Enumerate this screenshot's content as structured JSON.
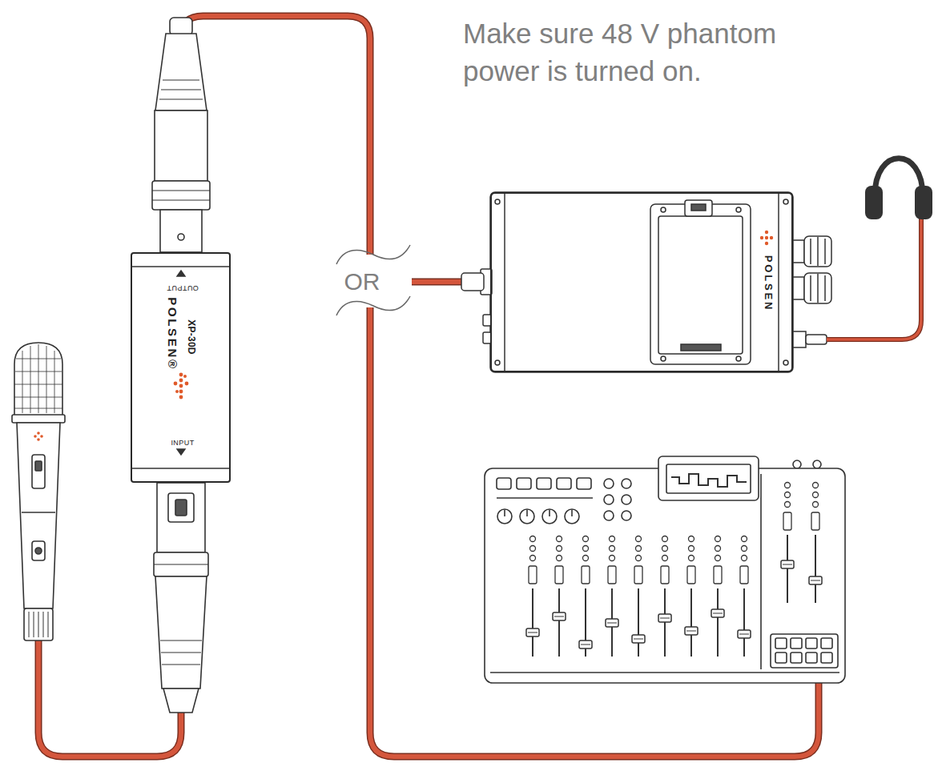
{
  "diagram": {
    "nodes": [
      {
        "text": [
          "OUTPUT",
          "POLSEN®",
          "XP-30D",
          "INPUT"
        ]
      },
      {
        "text": [
          "POLSEN"
        ]
      }
    ],
    "edges": [
      {
        "from": 0,
        "to": 1,
        "arrow": "none",
        "label": "OR"
      }
    ],
    "labels": [
      "Make sure 48 V phantom power is turned on."
    ]
  }
}
